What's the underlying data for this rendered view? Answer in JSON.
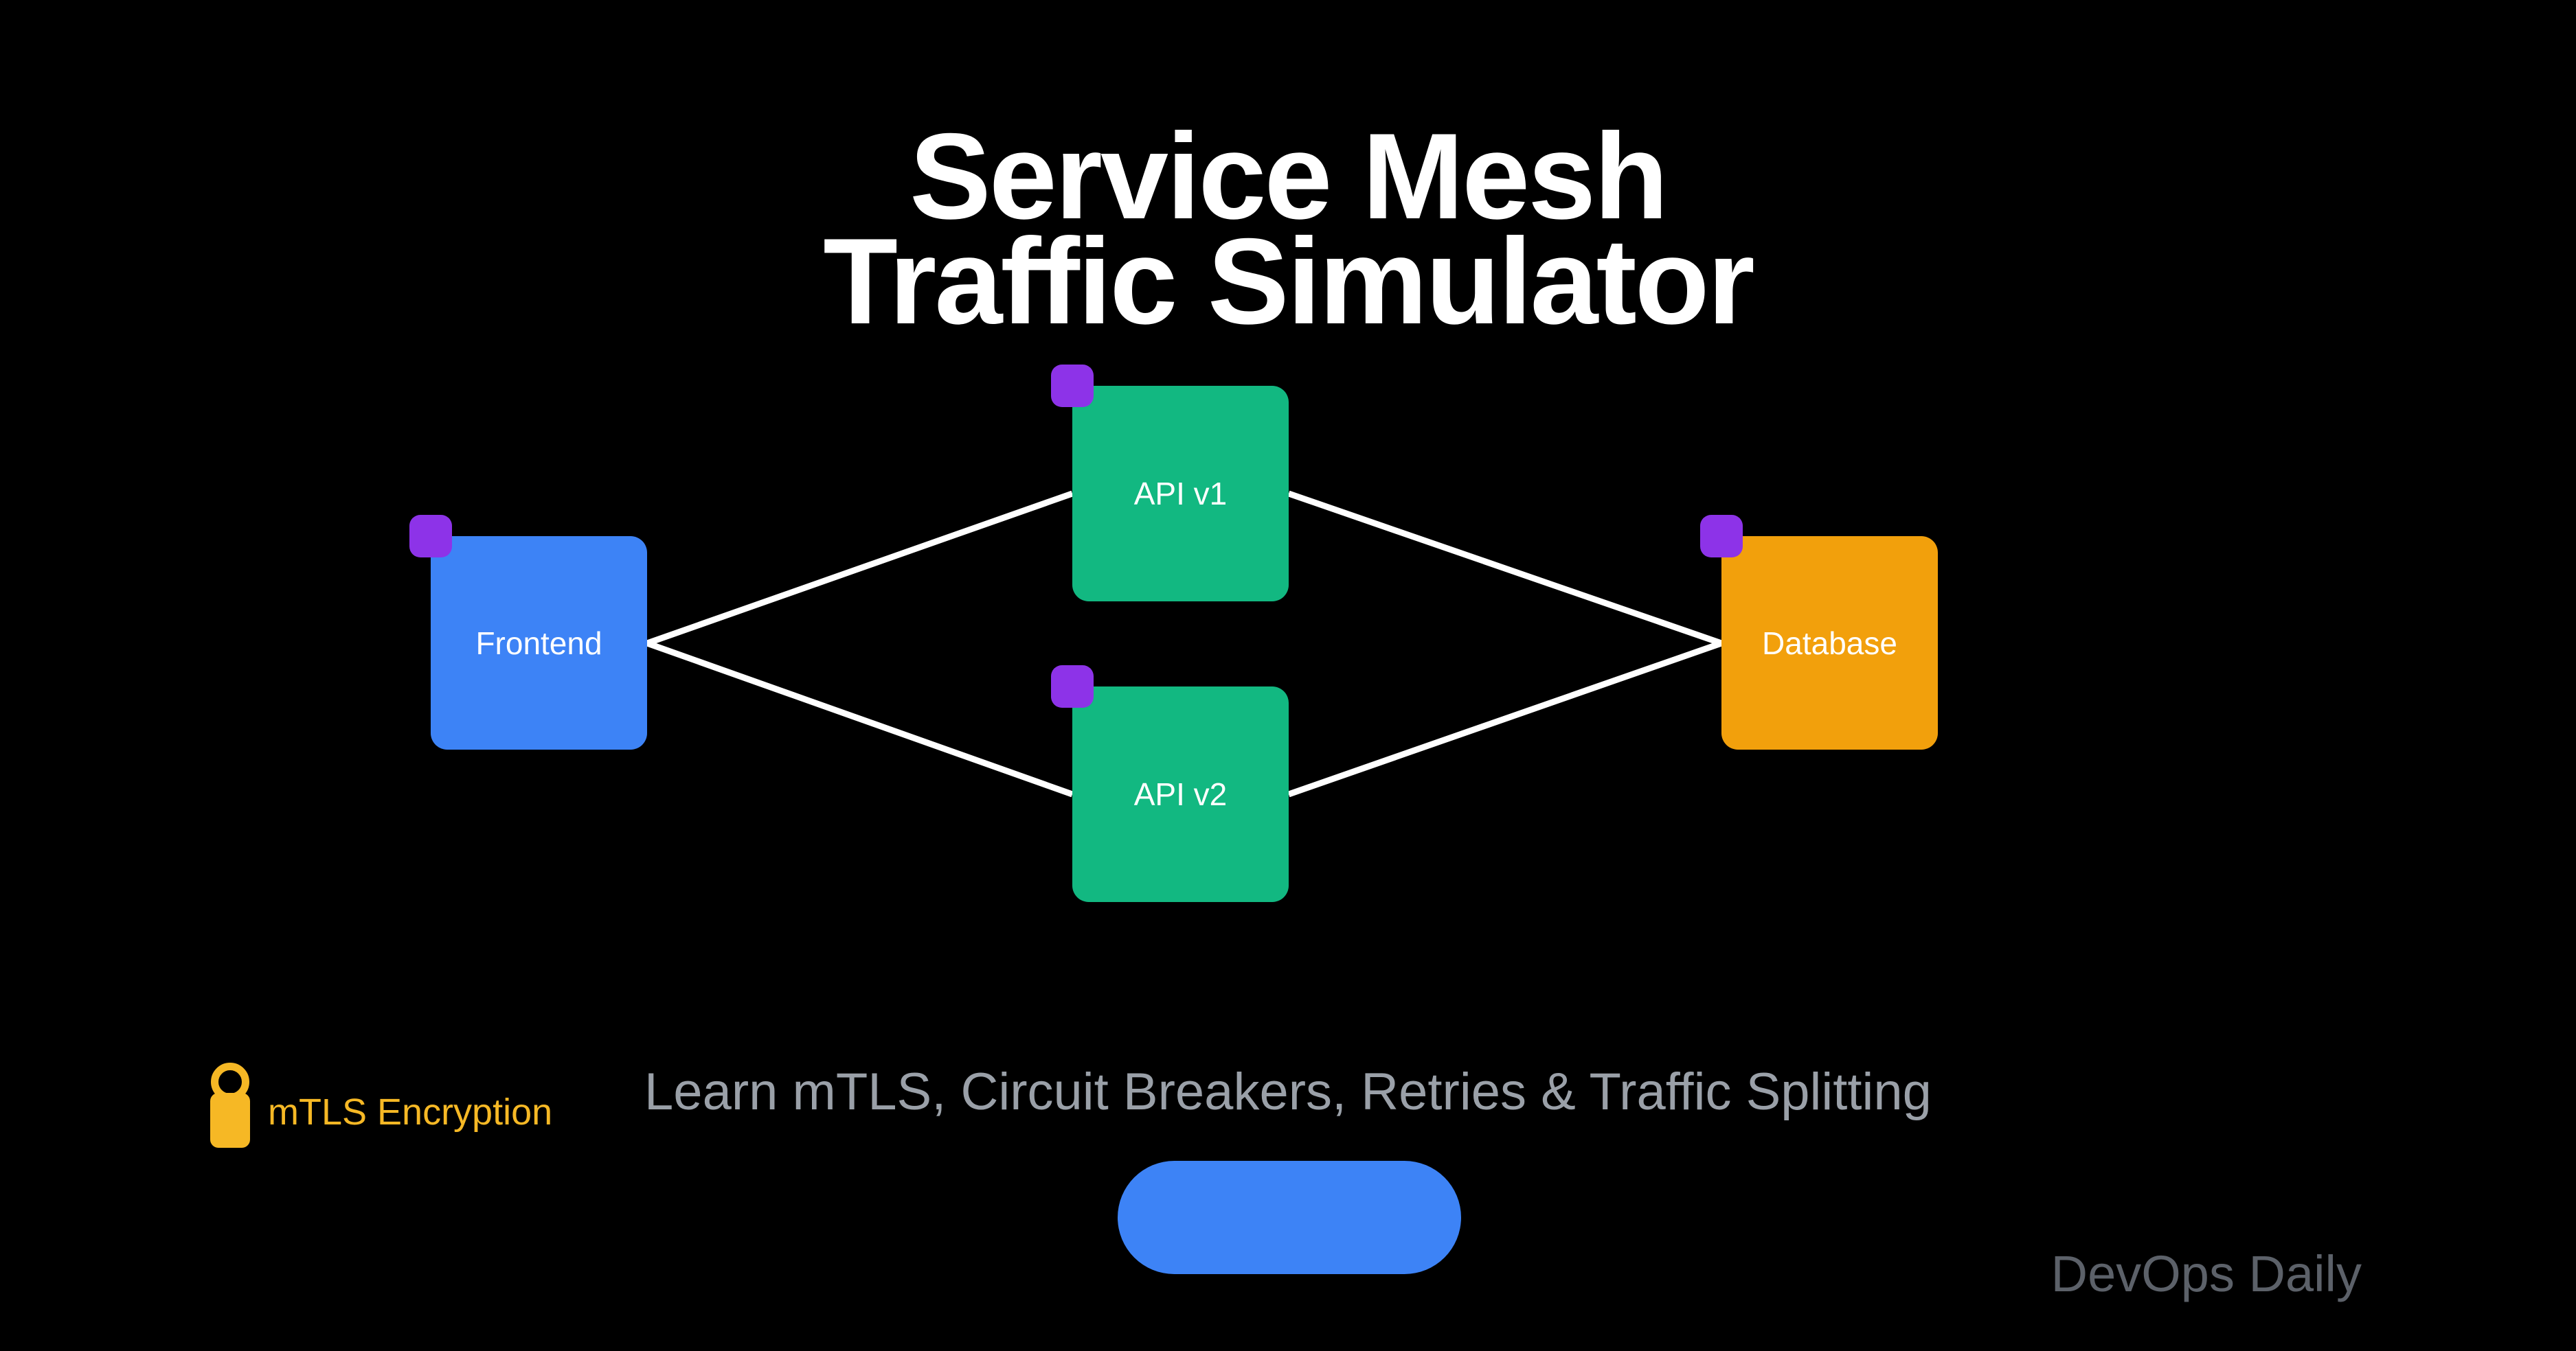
{
  "title": {
    "line1": "Service Mesh",
    "line2": "Traffic Simulator"
  },
  "subtitle": {
    "text": "Learn mTLS, Circuit Breakers, Retries & Traffic Splitting"
  },
  "legend": {
    "icon": "lock-icon",
    "label": "mTLS Encryption",
    "color": "#f6b825"
  },
  "cta_button": {
    "label": ""
  },
  "watermark": {
    "text": "DevOps Daily"
  },
  "colors": {
    "background": "#000000",
    "title": "#ffffff",
    "subtitle": "#9aa0a8",
    "watermark": "#5c6169",
    "edge": "#ffffff",
    "badge": "#8d33e8",
    "button": "#3d83f6"
  },
  "diagram": {
    "nodes": [
      {
        "id": "frontend",
        "label": "Frontend",
        "color": "#3d83f6"
      },
      {
        "id": "api-v1",
        "label": "API v1",
        "color": "#12b881"
      },
      {
        "id": "api-v2",
        "label": "API v2",
        "color": "#12b881"
      },
      {
        "id": "database",
        "label": "Database",
        "color": "#f2a00c"
      }
    ],
    "edges": [
      {
        "from": "frontend",
        "to": "api-v1"
      },
      {
        "from": "frontend",
        "to": "api-v2"
      },
      {
        "from": "api-v1",
        "to": "database"
      },
      {
        "from": "api-v2",
        "to": "database"
      }
    ]
  }
}
